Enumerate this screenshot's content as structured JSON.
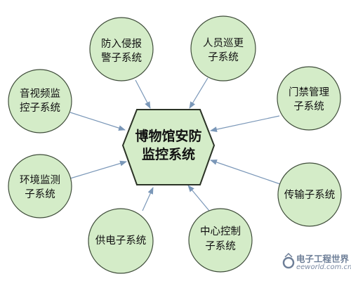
{
  "diagram": {
    "center": {
      "line1": "博物馆安防",
      "line2": "监控系统",
      "color": "#d4ecc8"
    },
    "nodes": [
      {
        "id": "intrusion-alarm",
        "lines": [
          "防入侵报",
          "警子系统"
        ]
      },
      {
        "id": "patrol",
        "lines": [
          "人员巡更",
          "子系统"
        ]
      },
      {
        "id": "access-control",
        "lines": [
          "门禁管理",
          "子系统"
        ]
      },
      {
        "id": "transmission",
        "lines": [
          "传输子系统"
        ]
      },
      {
        "id": "central-control",
        "lines": [
          "中心控制",
          "子系统"
        ]
      },
      {
        "id": "power-supply",
        "lines": [
          "供电子系统"
        ]
      },
      {
        "id": "environment-monitoring",
        "lines": [
          "环境监测",
          "子系统"
        ]
      },
      {
        "id": "audio-video",
        "lines": [
          "音视频监",
          "控子系统"
        ]
      }
    ],
    "node_color": "#d4ecc8",
    "arrow_color": "#7a97b8"
  },
  "watermark": {
    "title": "电子工程世界",
    "url": "eeworld.com.cn"
  }
}
